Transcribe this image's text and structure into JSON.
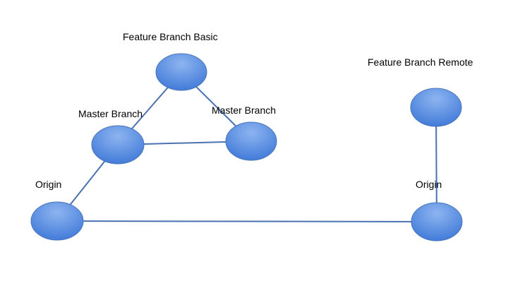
{
  "diagram": {
    "colors": {
      "node_fill_light": "#8db4f0",
      "node_fill_dark": "#3f79d8",
      "node_stroke": "#4a76b8",
      "edge": "#4a72b0",
      "background": "#ffffff",
      "text": "#000000"
    },
    "nodes": [
      {
        "id": "feature-basic",
        "label": "Feature Branch Basic"
      },
      {
        "id": "master-left",
        "label": "Master Branch"
      },
      {
        "id": "master-right",
        "label": "Master Branch"
      },
      {
        "id": "origin-left",
        "label": "Origin"
      },
      {
        "id": "feature-remote",
        "label": "Feature Branch Remote"
      },
      {
        "id": "origin-right",
        "label": "Origin"
      }
    ],
    "edges": [
      {
        "from": "feature-basic",
        "to": "master-left"
      },
      {
        "from": "feature-basic",
        "to": "master-right"
      },
      {
        "from": "master-left",
        "to": "master-right"
      },
      {
        "from": "master-left",
        "to": "origin-left"
      },
      {
        "from": "origin-left",
        "to": "origin-right"
      },
      {
        "from": "feature-remote",
        "to": "origin-right"
      }
    ]
  }
}
